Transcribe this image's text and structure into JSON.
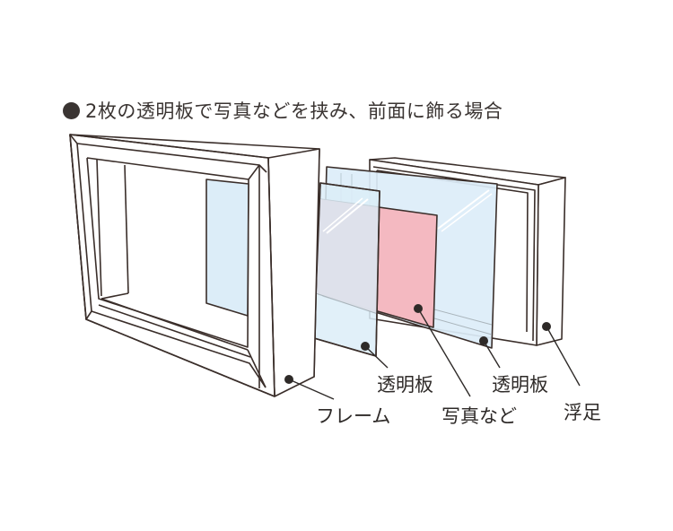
{
  "title": {
    "bullet": "●",
    "text": "2枚の透明板で写真などを挟み、前面に飾る場合"
  },
  "labels": {
    "frame": "フレーム",
    "clear_panel_front": "透明板",
    "photo": "写真など",
    "clear_panel_back": "透明板",
    "spacer": "浮足"
  },
  "colors": {
    "line": "#3a2e2a",
    "glass": "#dcedf8",
    "glass_overlap": "#dde0ea",
    "photo": "#f4b9c1",
    "frame_fill": "#ffffff",
    "text": "#2e2a28"
  }
}
